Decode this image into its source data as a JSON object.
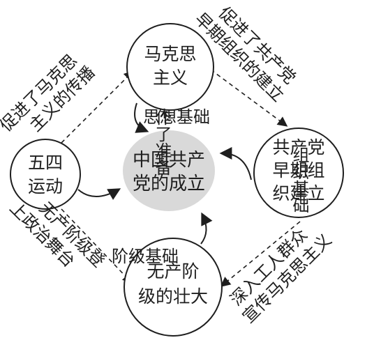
{
  "colors": {
    "ink": "#1e1e1e",
    "center_fill": "#d9d9d9",
    "background": "#ffffff"
  },
  "nodes": {
    "center": {
      "lines": [
        "中国共产",
        "党的成立"
      ]
    },
    "marxism": {
      "lines": [
        "马克思",
        "主义"
      ]
    },
    "may_fourth": {
      "lines": [
        "五四",
        "运动"
      ]
    },
    "early_party": {
      "lines": [
        "共产党",
        "早期组",
        "织建立"
      ]
    },
    "proletariat": {
      "lines": [
        "无产阶",
        "级的壮大"
      ]
    }
  },
  "relations": {
    "marxism_to_center": "思想基础",
    "mayfourth_to_center": "作了准备",
    "early_to_center": "组织基础",
    "proletariat_to_center": "阶级基础"
  },
  "edges": {
    "mayfourth_to_marxism": [
      "促进了马克思",
      "主义的传播"
    ],
    "marxism_to_early": [
      "促进了共产党",
      "早期组织的建立"
    ],
    "mayfourth_to_proletariat": [
      "无产阶级登",
      "上政治舞台"
    ],
    "early_to_proletariat": [
      "深入工人群众",
      "宣传马克思主义"
    ]
  }
}
